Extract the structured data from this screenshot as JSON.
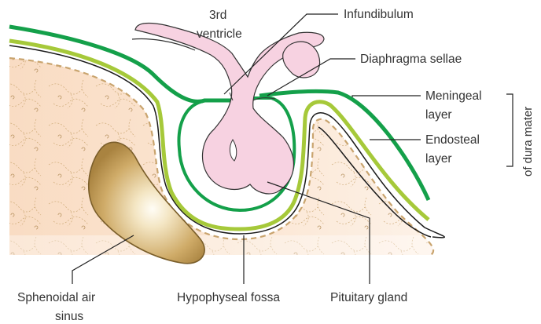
{
  "labels": {
    "third_ventricle_line1": "3rd",
    "third_ventricle_line2": "ventricle",
    "infundibulum": "Infundibulum",
    "diaphragma_sellae": "Diaphragma sellae",
    "meningeal_line1": "Meningeal",
    "meningeal_line2": "layer",
    "endosteal_line1": "Endosteal",
    "endosteal_line2": "layer",
    "dura_mater": "of dura mater",
    "sphenoidal_line1": "Sphenoidal air",
    "sphenoidal_line2": "sinus",
    "hypophyseal_fossa": "Hypophyseal fossa",
    "pituitary_gland": "Pituitary gland"
  },
  "colors": {
    "bone_fill": "#f9dcc3",
    "bone_texture": "#c9a46e",
    "meningeal_layer": "#14a04a",
    "endosteal_layer": "#a6c93a",
    "brain_tissue": "#f7d2e1",
    "sinus_dark": "#b48e46",
    "sinus_light": "#fbf6ea"
  }
}
